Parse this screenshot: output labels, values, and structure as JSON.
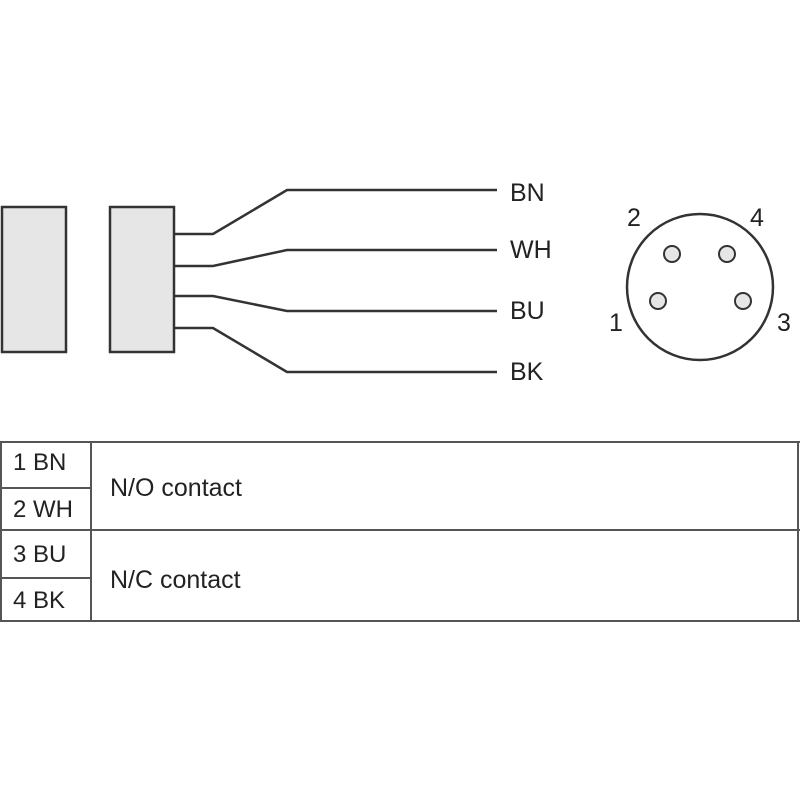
{
  "wires": [
    {
      "label": "BN"
    },
    {
      "label": "WH"
    },
    {
      "label": "BU"
    },
    {
      "label": "BK"
    }
  ],
  "connector": {
    "pins": [
      {
        "number": "1"
      },
      {
        "number": "2"
      },
      {
        "number": "3"
      },
      {
        "number": "4"
      }
    ]
  },
  "table": {
    "groups": [
      {
        "pins": [
          "1 BN",
          "2 WH"
        ],
        "function": "N/O contact"
      },
      {
        "pins": [
          "3 BU",
          "4 BK"
        ],
        "function": "N/C contact"
      }
    ]
  },
  "colors": {
    "line": "#333333",
    "block_fill": "#e6e6e6"
  }
}
